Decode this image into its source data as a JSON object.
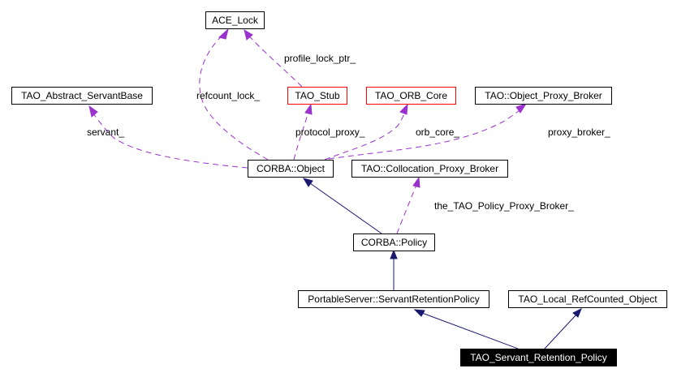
{
  "diagram": {
    "title": "TAO_Servant_Retention_Policy collaboration graph",
    "colors": {
      "usage_edge": "#9a32cd",
      "inheritance_edge": "#191970",
      "undocumented_border": "#ff0000",
      "focus_fill": "#000000"
    },
    "nodes": {
      "ace_lock": {
        "label": "ACE_Lock",
        "style": "normal"
      },
      "abstract_servant_base": {
        "label": "TAO_Abstract_ServantBase",
        "style": "normal"
      },
      "tao_stub": {
        "label": "TAO_Stub",
        "style": "red"
      },
      "orb_core": {
        "label": "TAO_ORB_Core",
        "style": "red"
      },
      "object_proxy_broker": {
        "label": "TAO::Object_Proxy_Broker",
        "style": "normal"
      },
      "corba_object": {
        "label": "CORBA::Object",
        "style": "normal"
      },
      "collocation_proxy_broker": {
        "label": "TAO::Collocation_Proxy_Broker",
        "style": "normal"
      },
      "corba_policy": {
        "label": "CORBA::Policy",
        "style": "normal"
      },
      "servant_retention_policy": {
        "label": "PortableServer::ServantRetentionPolicy",
        "style": "normal"
      },
      "local_refcounted_object": {
        "label": "TAO_Local_RefCounted_Object",
        "style": "normal"
      },
      "tao_servant_retention_policy": {
        "label": "TAO_Servant_Retention_Policy",
        "style": "focus"
      }
    },
    "edges": [
      {
        "from": "corba_object",
        "to": "ace_lock",
        "type": "usage",
        "label": "refcount_lock_"
      },
      {
        "from": "tao_stub",
        "to": "ace_lock",
        "type": "usage",
        "label": "profile_lock_ptr_"
      },
      {
        "from": "corba_object",
        "to": "abstract_servant_base",
        "type": "usage",
        "label": "servant_"
      },
      {
        "from": "corba_object",
        "to": "tao_stub",
        "type": "usage",
        "label": "protocol_proxy_"
      },
      {
        "from": "corba_object",
        "to": "orb_core",
        "type": "usage",
        "label": "orb_core_"
      },
      {
        "from": "corba_object",
        "to": "object_proxy_broker",
        "type": "usage",
        "label": "proxy_broker_"
      },
      {
        "from": "corba_policy",
        "to": "collocation_proxy_broker",
        "type": "usage",
        "label": "the_TAO_Policy_Proxy_Broker_"
      },
      {
        "from": "corba_policy",
        "to": "corba_object",
        "type": "inheritance",
        "label": ""
      },
      {
        "from": "servant_retention_policy",
        "to": "corba_policy",
        "type": "inheritance",
        "label": ""
      },
      {
        "from": "tao_servant_retention_policy",
        "to": "servant_retention_policy",
        "type": "inheritance",
        "label": ""
      },
      {
        "from": "tao_servant_retention_policy",
        "to": "local_refcounted_object",
        "type": "inheritance",
        "label": ""
      }
    ]
  }
}
